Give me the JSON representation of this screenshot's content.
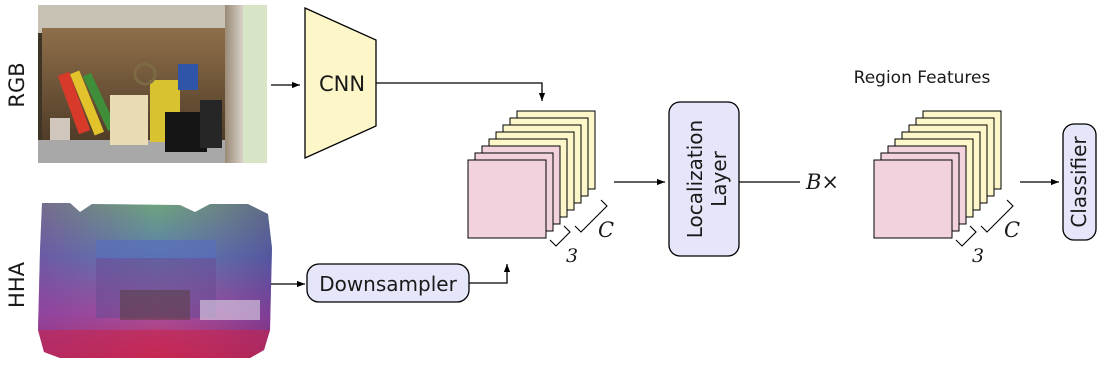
{
  "inputs": {
    "rgb_label": "RGB",
    "hha_label": "HHA"
  },
  "nodes": {
    "cnn": "CNN",
    "downsampler": "Downsampler",
    "localization_line1": "Localization",
    "localization_line2": "Layer",
    "classifier": "Classifier"
  },
  "annotations": {
    "region_features": "Region Features",
    "batch": "B×",
    "channels": "C",
    "depth_small": "3"
  },
  "colors": {
    "cnn_fill": "#fdf6c8",
    "node_fill": "#e6e6fa",
    "layer_front": "#f2d3dd",
    "layer_back": "#fdf6c8",
    "line": "#000000"
  }
}
